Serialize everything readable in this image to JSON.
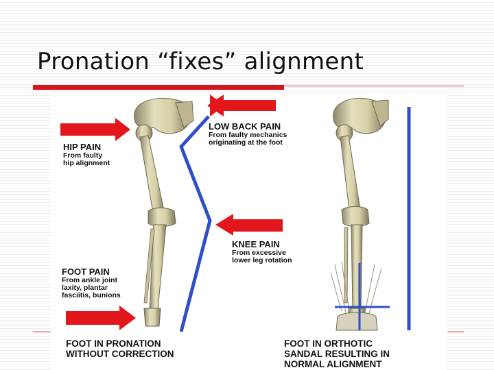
{
  "slide": {
    "title": "Pronation “fixes” alignment"
  },
  "figure": {
    "labels": {
      "low_back": {
        "head": "LOW BACK PAIN",
        "line1": "From faulty mechanics",
        "line2": "originating at the foot"
      },
      "hip": {
        "head": "HIP PAIN",
        "line1": "From faulty",
        "line2": "hip alignment"
      },
      "knee": {
        "head": "KNEE PAIN",
        "line1": "From excessive",
        "line2": "lower leg rotation"
      },
      "foot": {
        "head": "FOOT PAIN",
        "line1": "From ankle joint",
        "line2": "laxity, plantar",
        "line3": "fasciitis, bunions"
      }
    },
    "captions": {
      "left_line1": "FOOT IN PRONATION",
      "left_line2": "WITHOUT CORRECTION",
      "right_line1": "FOOT IN ORTHOTIC",
      "right_line2": "SANDAL RESULTING IN",
      "right_line3": "NORMAL ALIGNMENT"
    },
    "colors": {
      "arrow": "#e3161c",
      "alignment_line": "#2f4fc8",
      "bone": "#d9d3aa"
    }
  }
}
